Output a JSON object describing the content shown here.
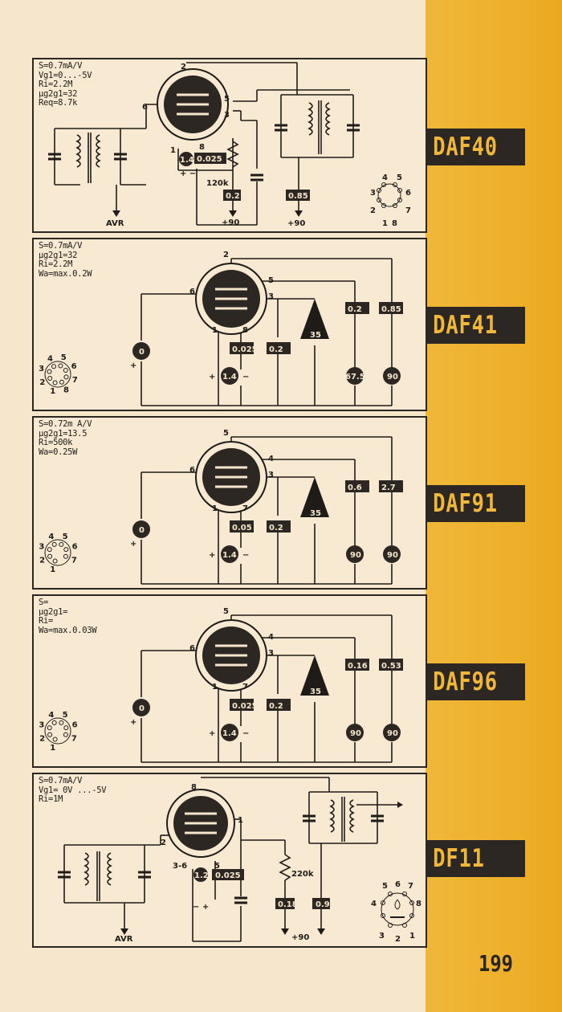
{
  "page_number": "199",
  "tubes": [
    {
      "name": "DAF40",
      "params": [
        "S=0.7mA/V",
        "Vg1=0...-5V",
        "Ri=2.2M",
        "µg2g1=32",
        "Req=8.7k"
      ],
      "pins": [
        "2",
        "6",
        "5",
        "3",
        "1",
        "8"
      ],
      "values": [
        "1.4",
        "0.025",
        "0.2",
        "0.85"
      ],
      "resistor": "120k",
      "voltages": [
        "+90",
        "+90"
      ],
      "avr": "AVR",
      "socket_pins": [
        "1",
        "2",
        "3",
        "4",
        "5",
        "6",
        "7",
        "8"
      ]
    },
    {
      "name": "DAF41",
      "params": [
        "S=0.7mA/V",
        "µg2g1=32",
        "Ri=2.2M",
        "Wa=max.0.2W"
      ],
      "pins": [
        "2",
        "6",
        "5",
        "3",
        "1",
        "8"
      ],
      "values": [
        "0.2",
        "0.85",
        "0.025",
        "0.2"
      ],
      "circles": [
        "0",
        "1.4",
        "67.5",
        "90"
      ],
      "triangle": "35",
      "socket_pins": [
        "1",
        "2",
        "3",
        "4",
        "5",
        "6",
        "7",
        "8"
      ]
    },
    {
      "name": "DAF91",
      "params": [
        "S=0.72m A/V",
        "µg2g1=13.5",
        "Ri=500k",
        "Wa=0.25W"
      ],
      "pins": [
        "5",
        "6",
        "4",
        "3",
        "1",
        "7"
      ],
      "values": [
        "0.6",
        "2.7",
        "0.05",
        "0.2"
      ],
      "circles": [
        "0",
        "1.4",
        "90",
        "90"
      ],
      "triangle": "35",
      "socket_pins": [
        "1",
        "2",
        "3",
        "4",
        "5",
        "6",
        "7"
      ]
    },
    {
      "name": "DAF96",
      "params": [
        "S=",
        "µg2g1=",
        "Ri=",
        "Wa=max.0.03W"
      ],
      "pins": [
        "5",
        "6",
        "4",
        "3",
        "1",
        "7"
      ],
      "values": [
        "0.16",
        "0.53",
        "0.025",
        "0.2"
      ],
      "circles": [
        "0",
        "1.4",
        "90",
        "90"
      ],
      "triangle": "35",
      "socket_pins": [
        "1",
        "2",
        "3",
        "4",
        "5",
        "6",
        "7"
      ]
    },
    {
      "name": "DF11",
      "params": [
        "S=0.7mA/V",
        "Vg1= 0V ...-5V",
        "Ri=1M"
      ],
      "pins": [
        "8",
        "1",
        "2",
        "3-6",
        "5"
      ],
      "values": [
        "1.2",
        "0.025",
        "0.18",
        "0.9"
      ],
      "resistor": "220k",
      "voltages": [
        "+90"
      ],
      "avr": "AVR",
      "socket_pins": [
        "1",
        "2",
        "3",
        "4",
        "5",
        "6",
        "7",
        "8"
      ]
    }
  ]
}
